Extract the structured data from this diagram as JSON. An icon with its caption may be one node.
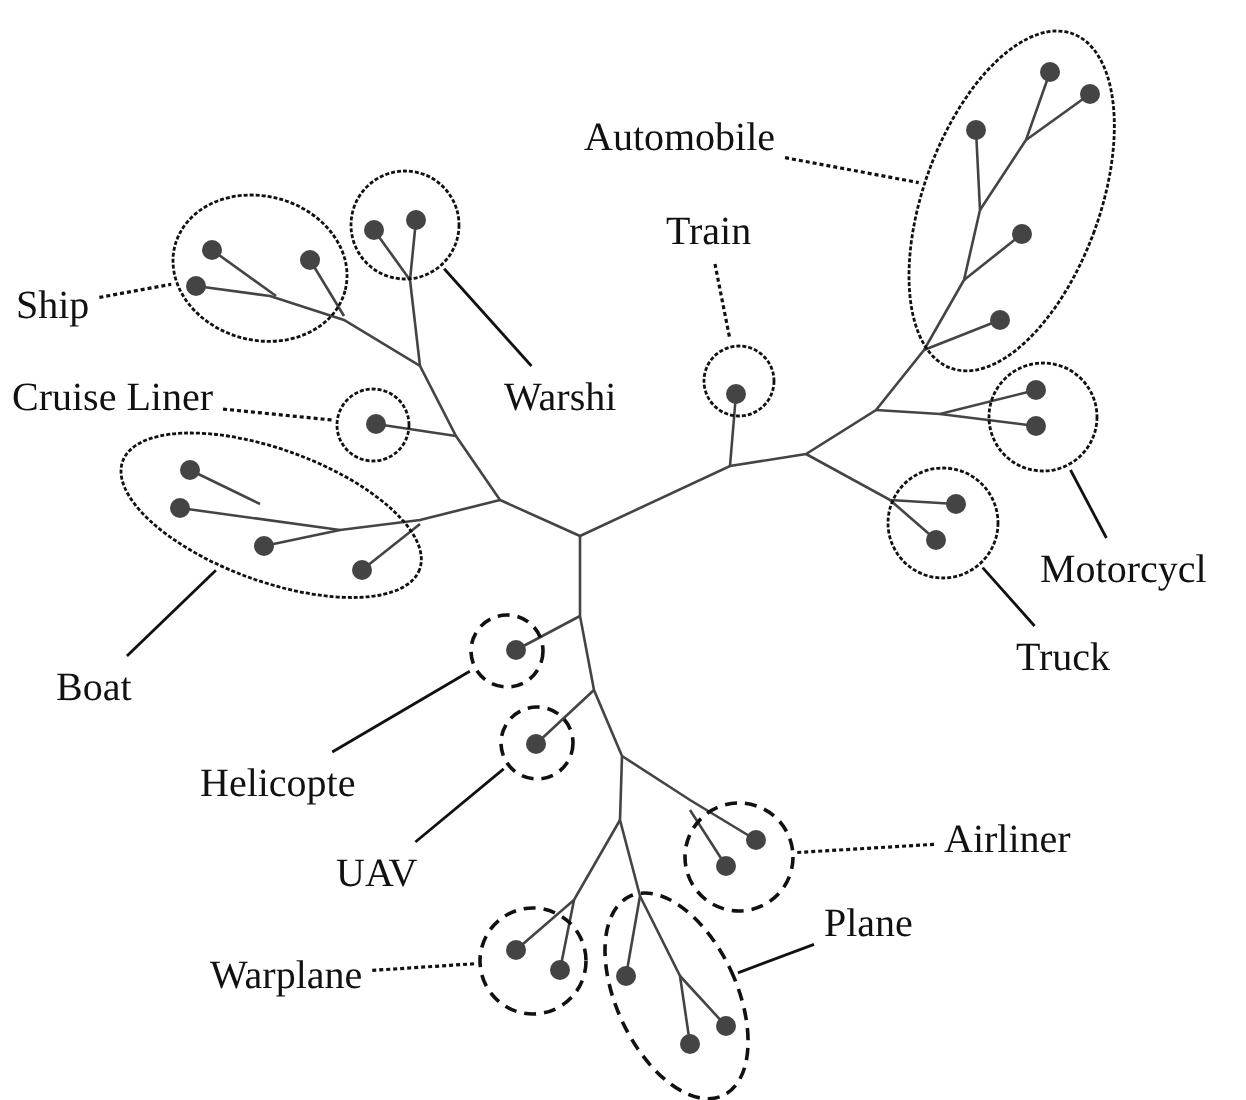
{
  "diagram": {
    "nodes": [
      {
        "text": [
          "Automobile"
        ]
      },
      {
        "text": [
          "Train"
        ]
      },
      {
        "text": [
          "Ship"
        ]
      },
      {
        "text": [
          "Warshi"
        ]
      },
      {
        "text": [
          "Cruise Liner"
        ]
      },
      {
        "text": [
          "Boat"
        ]
      },
      {
        "text": [
          "Motorcycl"
        ]
      },
      {
        "text": [
          "Truck"
        ]
      },
      {
        "text": [
          "Helicopte"
        ]
      },
      {
        "text": [
          "UAV"
        ]
      },
      {
        "text": [
          "Airliner"
        ]
      },
      {
        "text": [
          "Plane"
        ]
      },
      {
        "text": [
          "Warplane"
        ]
      },
      {
        "text": [],
        "shape": "ellipse"
      },
      {
        "text": [],
        "shape": "circle"
      },
      {
        "text": [],
        "shape": "ellipse"
      },
      {
        "text": [],
        "shape": "circle"
      },
      {
        "text": [],
        "shape": "circle"
      },
      {
        "text": [],
        "shape": "ellipse"
      },
      {
        "text": [],
        "shape": "circle"
      },
      {
        "text": [],
        "shape": "circle"
      },
      {
        "text": [],
        "shape": "circle"
      },
      {
        "text": [],
        "shape": "circle"
      },
      {
        "text": [],
        "shape": "circle"
      },
      {
        "text": [],
        "shape": "ellipse"
      },
      {
        "text": [],
        "shape": "circle"
      }
    ],
    "edges": [
      {
        "from": 0,
        "to": 13,
        "arrow": "none",
        "style": "dashed"
      },
      {
        "from": 1,
        "to": 14,
        "arrow": "none",
        "style": "dashed"
      },
      {
        "from": 2,
        "to": 15,
        "arrow": "none",
        "style": "dashed"
      },
      {
        "from": 3,
        "to": 16,
        "arrow": "none"
      },
      {
        "from": 4,
        "to": 17,
        "arrow": "none",
        "style": "dashed"
      },
      {
        "from": 5,
        "to": 18,
        "arrow": "none"
      },
      {
        "from": 6,
        "to": 19,
        "arrow": "none"
      },
      {
        "from": 7,
        "to": 20,
        "arrow": "none"
      },
      {
        "from": 8,
        "to": 21,
        "arrow": "none"
      },
      {
        "from": 9,
        "to": 22,
        "arrow": "none"
      },
      {
        "from": 10,
        "to": 23,
        "arrow": "none",
        "style": "dashed"
      },
      {
        "from": 11,
        "to": 24,
        "arrow": "none"
      },
      {
        "from": 12,
        "to": 25,
        "arrow": "none",
        "style": "dashed"
      }
    ]
  }
}
